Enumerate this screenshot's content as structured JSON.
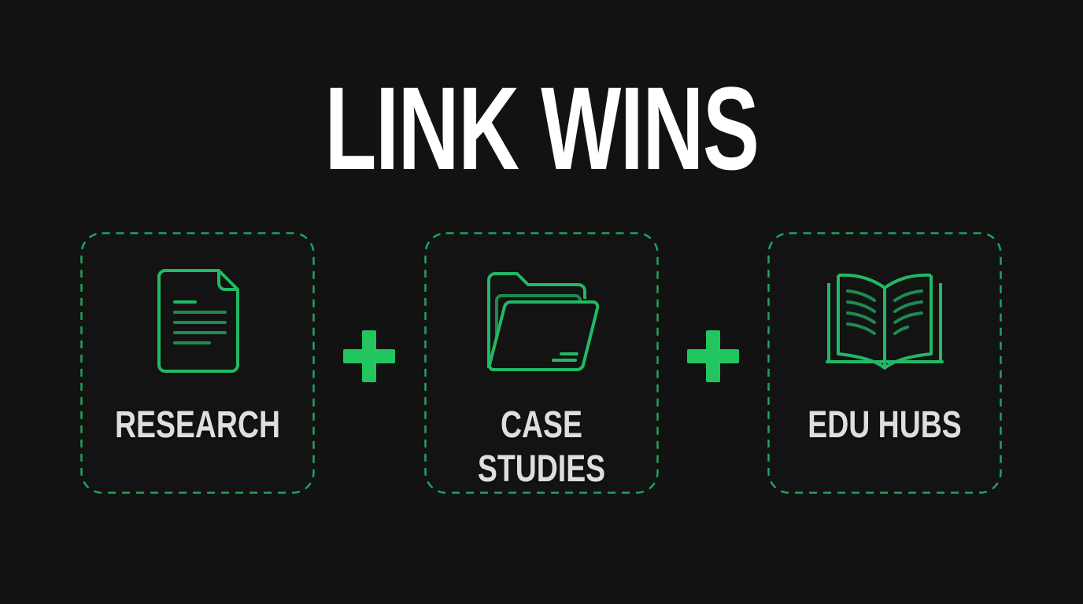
{
  "title": "LINK WINS",
  "accent_color": "#22c55e",
  "background_color": "#121212",
  "cards": [
    {
      "label": "RESEARCH",
      "icon": "document-icon"
    },
    {
      "label": "CASE STUDIES",
      "icon": "folder-icon"
    },
    {
      "label": "EDU HUBS",
      "icon": "open-book-icon"
    }
  ],
  "separators": [
    {
      "icon": "plus-icon"
    },
    {
      "icon": "plus-icon"
    }
  ]
}
